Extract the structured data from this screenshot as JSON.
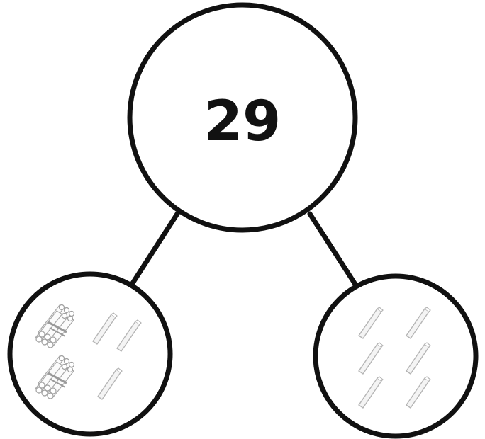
{
  "diagram": {
    "whole": {
      "value": "29"
    },
    "parts": [
      {
        "name": "left-part",
        "tens_bundles": 2,
        "single_sticks": 3
      },
      {
        "name": "right-part",
        "tens_bundles": 0,
        "single_sticks": 6
      }
    ],
    "colors": {
      "outline": "#111111",
      "stick_stroke": "#b5b5b5",
      "stick_fill": "#f4f4f4",
      "bundle_band": "#9a9a9a"
    },
    "icons": [
      "tens-bundle-icon",
      "single-stick-icon"
    ]
  }
}
